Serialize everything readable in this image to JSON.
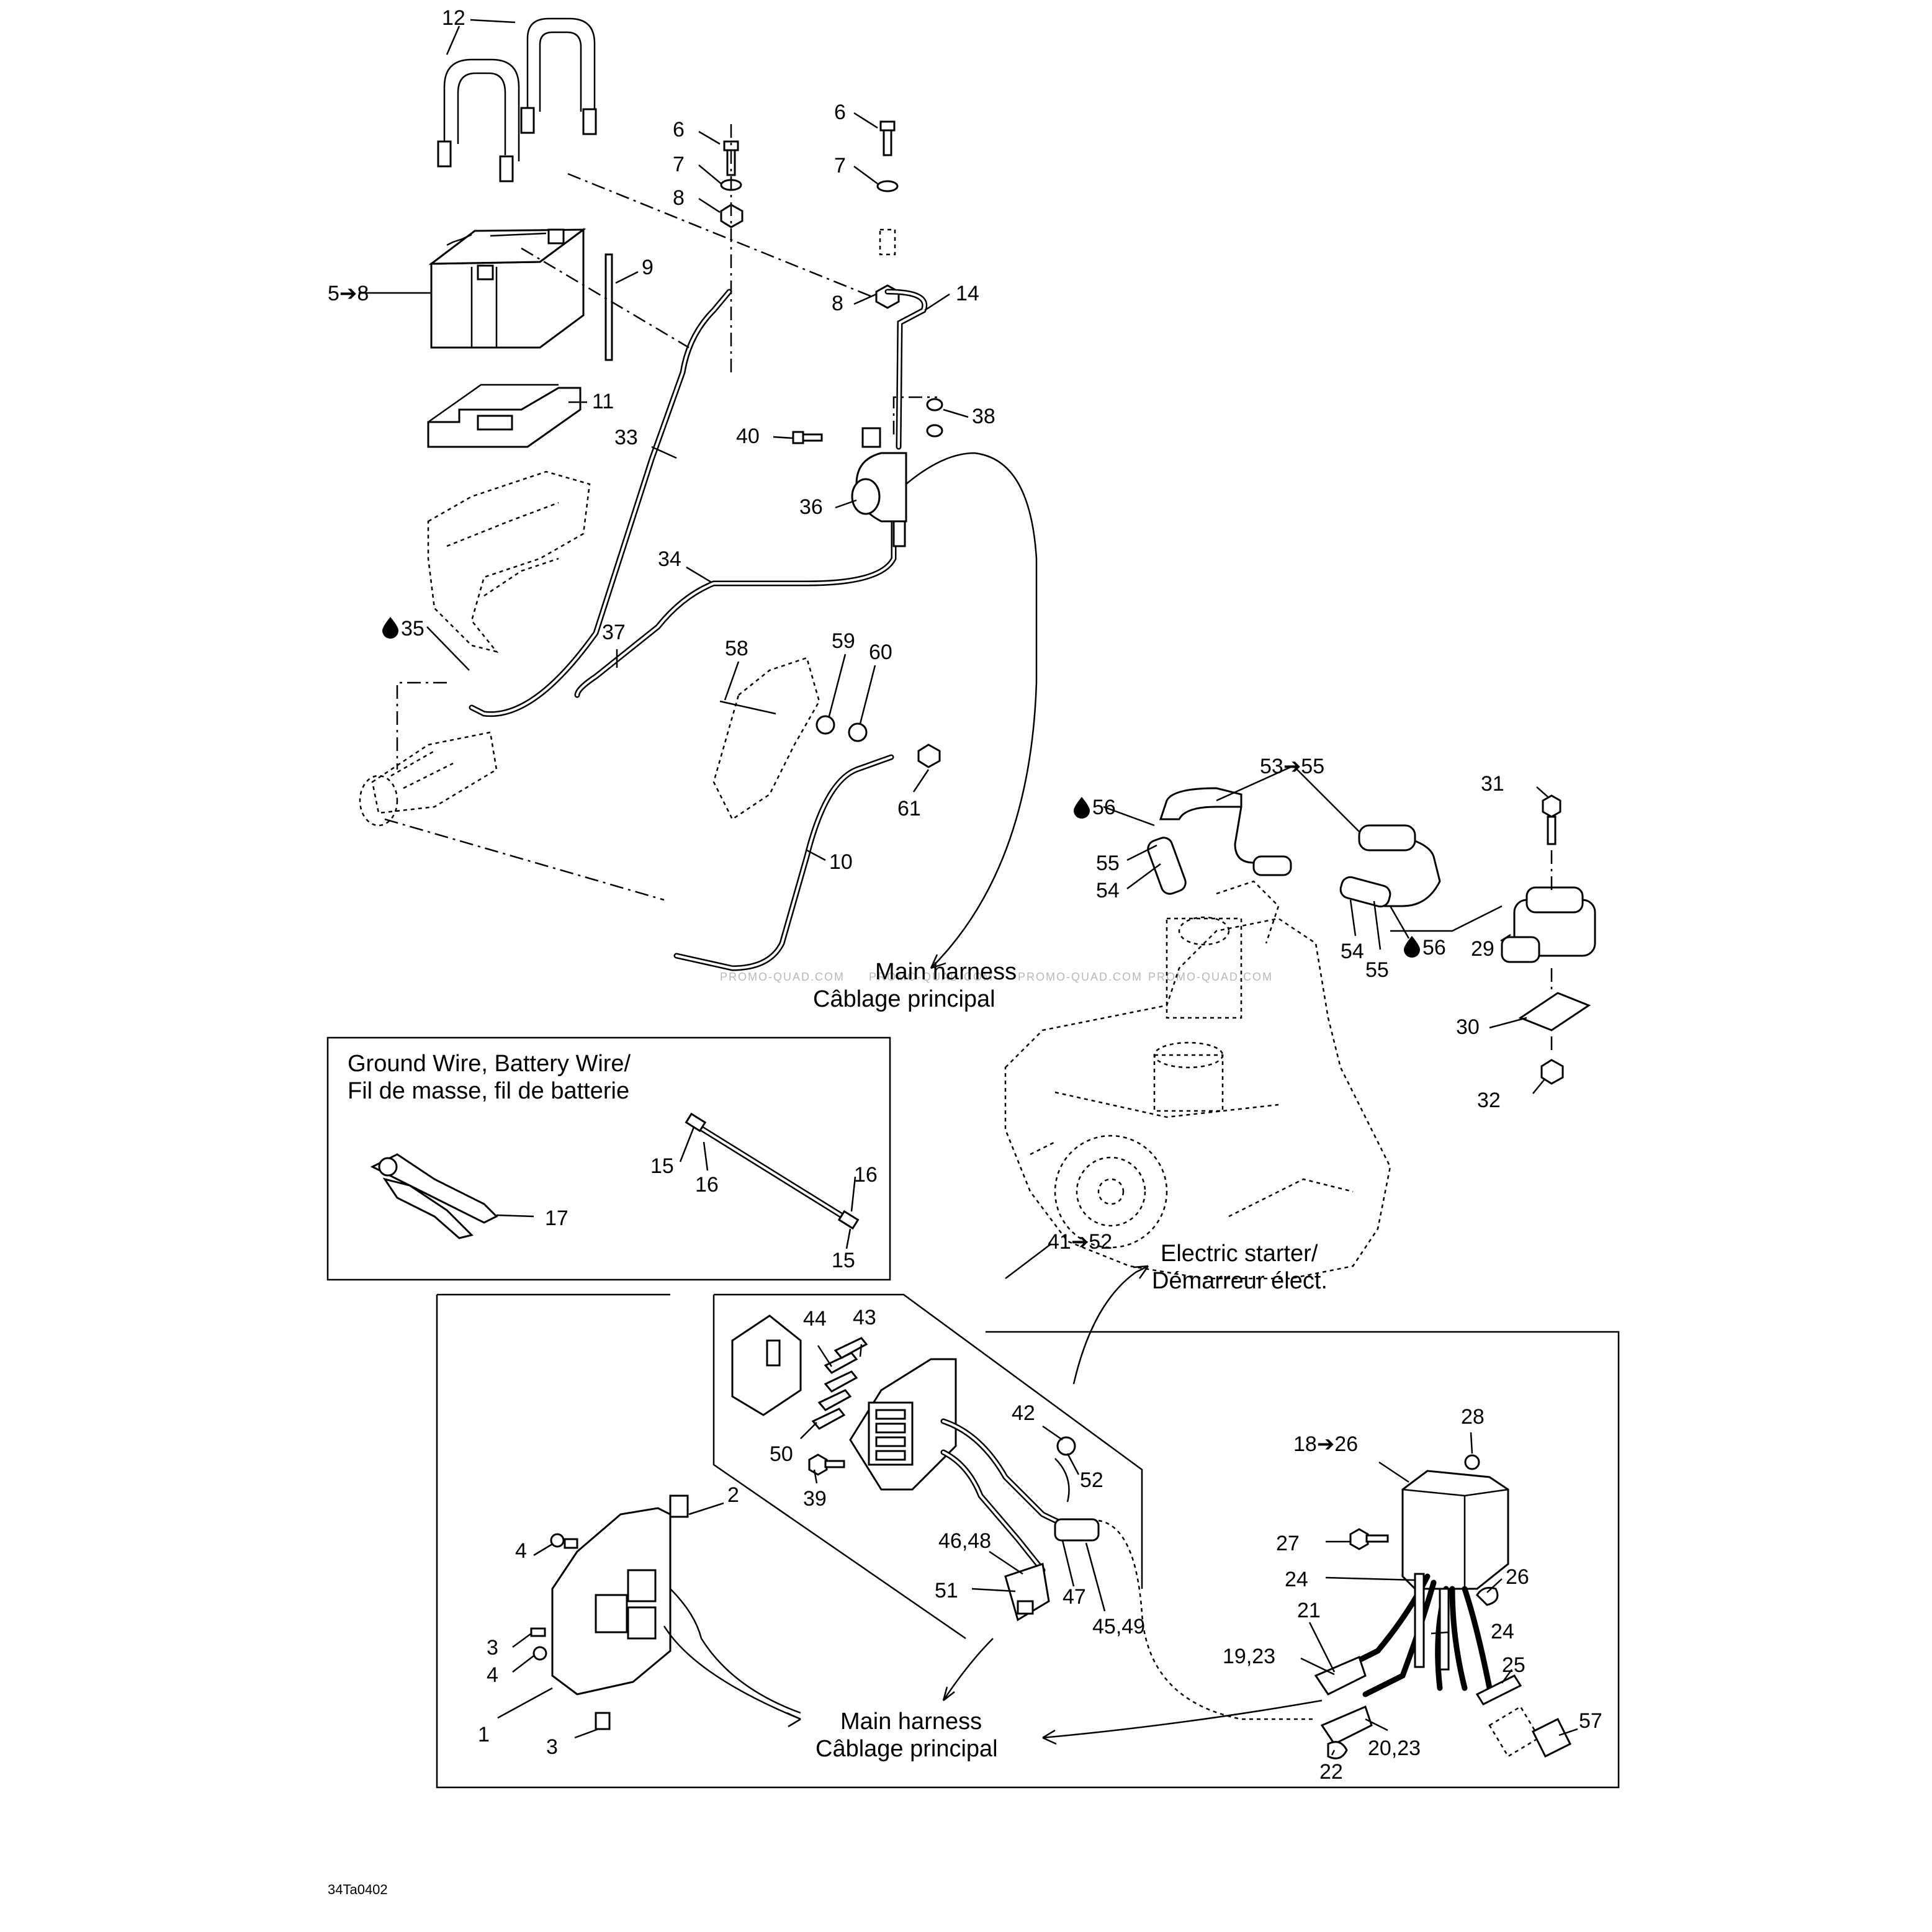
{
  "diagram_code": "34Ta0402",
  "watermark": "PROMO-QUAD.COM",
  "captions": {
    "main_harness_top_en": "Main harness",
    "main_harness_top_fr": "Câblage principal",
    "ground_box_title_en": "Ground Wire, Battery Wire/",
    "ground_box_title_fr": "Fil de masse, fil de batterie",
    "electric_starter_en": "Electric starter/",
    "electric_starter_fr": "Démarreur élect.",
    "main_harness_bottom_en": "Main harness",
    "main_harness_bottom_fr": "Câblage principal"
  },
  "callouts": {
    "c12": "12",
    "c6a": "6",
    "c7a": "7",
    "c8a": "8",
    "c6b": "6",
    "c7b": "7",
    "c5_8": "5➔8",
    "c9": "9",
    "c8b": "8",
    "c14": "14",
    "c11": "11",
    "c33": "33",
    "c38": "38",
    "c40": "40",
    "c36": "36",
    "c34": "34",
    "c35": "35",
    "c37": "37",
    "c58": "58",
    "c59": "59",
    "c60": "60",
    "c61": "61",
    "c10": "10",
    "c53_55": "53➔55",
    "c56a": "56",
    "c55a": "55",
    "c54a": "54",
    "c31": "31",
    "c54b": "54",
    "c55b": "55",
    "c56b": "56",
    "c29": "29",
    "c30": "30",
    "c32": "32",
    "c15a": "15",
    "c16a": "16",
    "c16b": "16",
    "c15b": "15",
    "c17": "17",
    "c44": "44",
    "c43": "43",
    "c41_52": "41➔52",
    "c42": "42",
    "c50": "50",
    "c39": "39",
    "c52": "52",
    "c46_48": "46,48",
    "c51": "51",
    "c47": "47",
    "c45_49": "45,49",
    "c2": "2",
    "c4a": "4",
    "c3a": "3",
    "c4b": "4",
    "c1": "1",
    "c3b": "3",
    "c28": "28",
    "c18_26": "18➔26",
    "c27": "27",
    "c24a": "24",
    "c26": "26",
    "c21": "21",
    "c24b": "24",
    "c19_23": "19,23",
    "c25": "25",
    "c57": "57",
    "c22": "22",
    "c20_23": "20,23"
  },
  "symbols": {
    "drop_icon": "water-drop",
    "arrow_glyph": "➔"
  }
}
